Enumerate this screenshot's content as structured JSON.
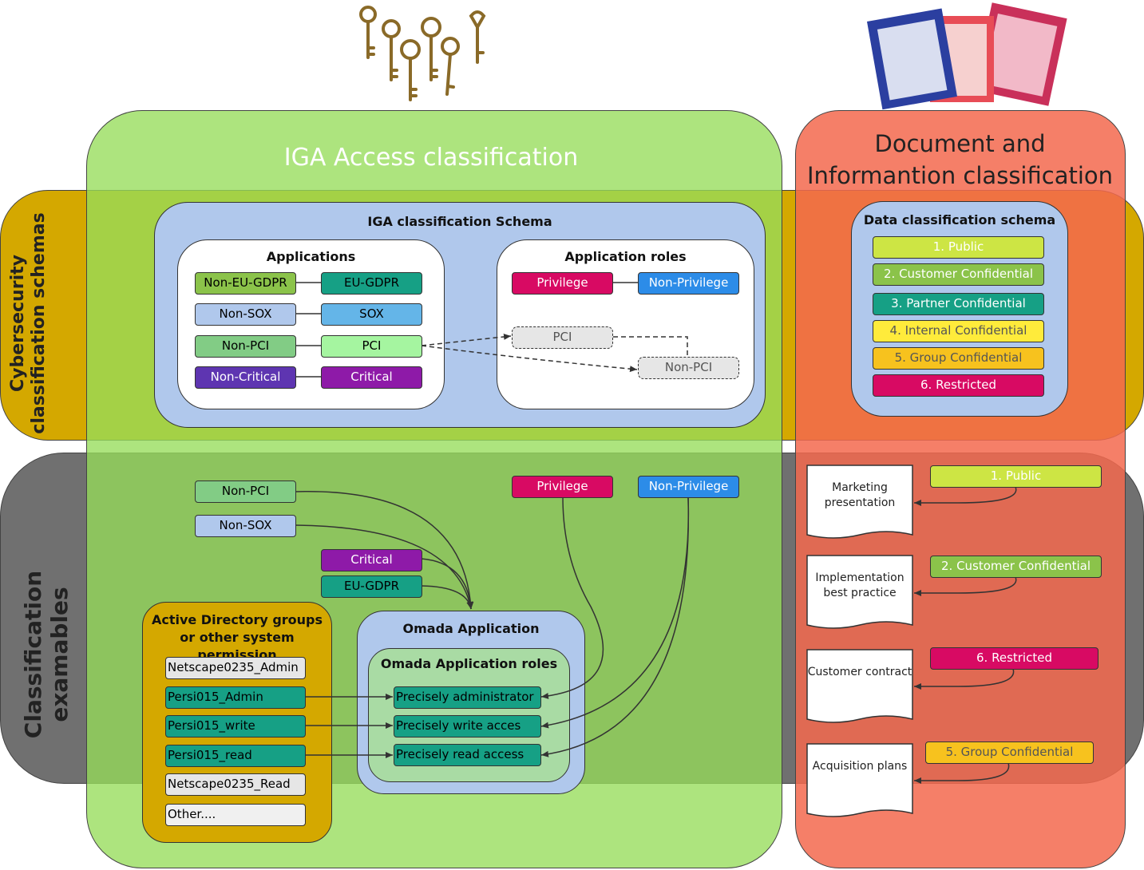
{
  "sections": {
    "iga_title": "IGA Access classification",
    "doc_title": "Document and Informantion classification",
    "cyber_band_label": "Cybersecurity classification schemas",
    "examples_band_label": "Classification examables"
  },
  "iga_schema": {
    "title": "IGA classification Schema",
    "applications": {
      "title": "Applications",
      "pairs": [
        [
          "Non-EU-GDPR",
          "EU-GDPR"
        ],
        [
          "Non-SOX",
          "SOX"
        ],
        [
          "Non-PCI",
          "PCI"
        ],
        [
          "Non-Critical",
          "Critical"
        ]
      ]
    },
    "roles": {
      "title": "Application roles",
      "pair": [
        "Privilege",
        "Non-Privilege"
      ],
      "pci": "PCI",
      "non_pci": "Non-PCI"
    }
  },
  "data_schema": {
    "title": "Data classification schema",
    "levels": [
      "1. Public",
      "2. Customer Confidential",
      "3. Partner Confidential",
      "4. Internal Confidential",
      "5. Group Confidential",
      "6. Restricted"
    ]
  },
  "examples": {
    "app_tags": [
      "Non-PCI",
      "Non-SOX",
      "Critical",
      "EU-GDPR"
    ],
    "role_tags": [
      "Privilege",
      "Non-Privilege"
    ],
    "ad_groups": {
      "title": "Active Directory groups or other system permission",
      "items": [
        "Netscape0235_Admin",
        "Persi015_Admin",
        "Persi015_write",
        "Persi015_read",
        "Netscape0235_Read",
        "Other...."
      ]
    },
    "omada_app": {
      "title": "Omada Application",
      "roles_title": "Omada Application roles",
      "roles": [
        "Precisely administrator",
        "Precisely write acces",
        "Precisely read access"
      ]
    },
    "documents": [
      {
        "label": "Marketing presentation",
        "tag": "1. Public"
      },
      {
        "label": "Implementation best practice",
        "tag": "2. Customer Confidential"
      },
      {
        "label": "Customer contract",
        "tag": "6. Restricted"
      },
      {
        "label": "Acquisition plans",
        "tag": "5. Group Confidential"
      }
    ]
  },
  "colors": {
    "green_band": "#8fd35d",
    "orange_band": "#ee6d4f",
    "cyber_band": "#d4a800",
    "examples_band": "#707070",
    "schema_blue": "#b0c8ec",
    "teal": "#16a085",
    "purple": "#7b1fa2",
    "magenta": "#d80a63",
    "blue": "#2c8ce8"
  },
  "icons": [
    "vintage-keys-icon",
    "classified-documents-icon"
  ]
}
